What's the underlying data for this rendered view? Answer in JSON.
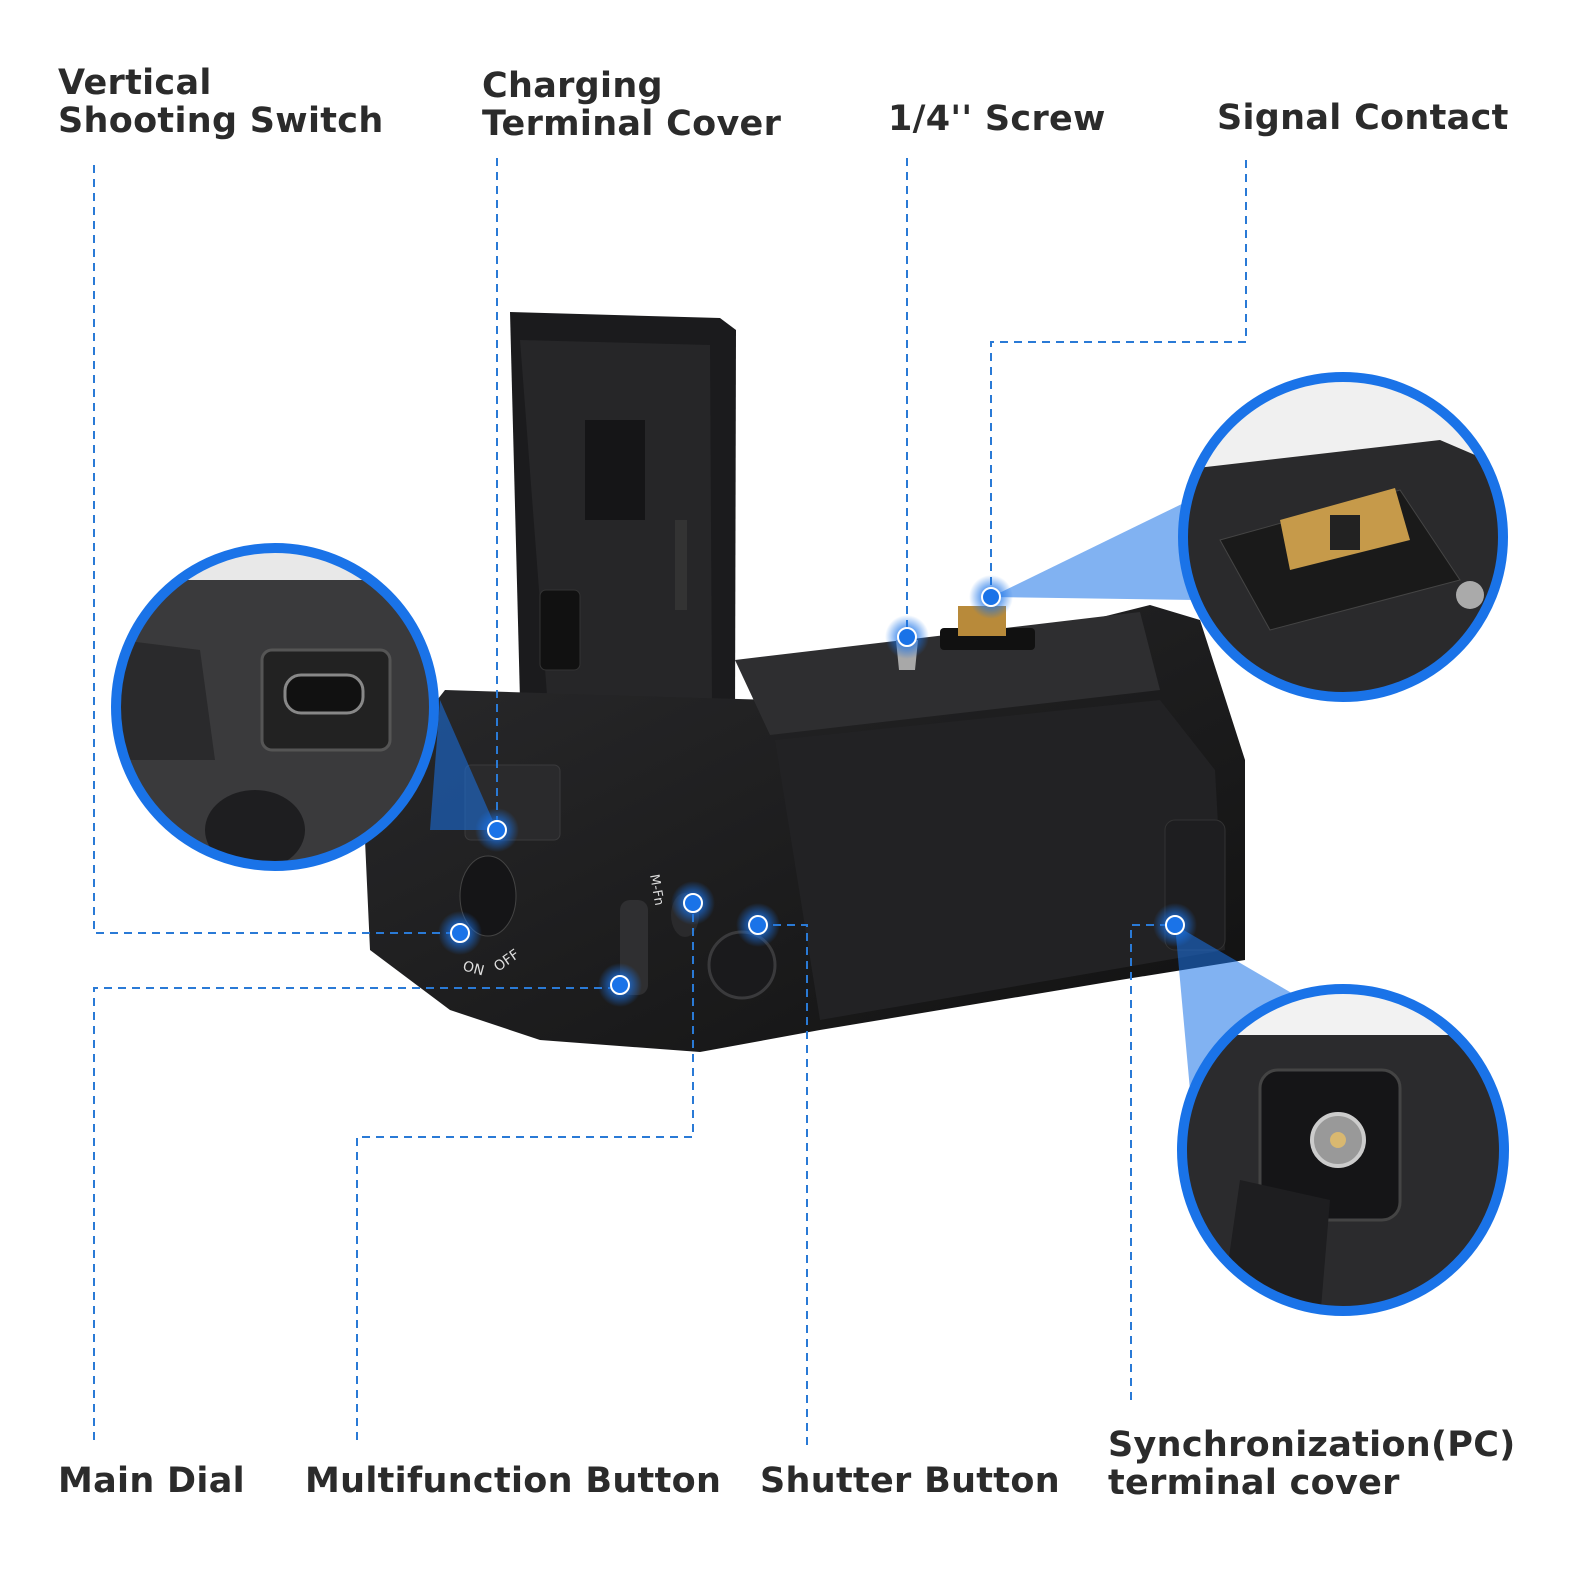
{
  "labels": {
    "vertical_shooting_switch": [
      "Vertical",
      "Shooting Switch"
    ],
    "charging_terminal_cover": [
      "Charging",
      "Terminal Cover"
    ],
    "screw": "1/4'' Screw",
    "signal_contact": "Signal Contact",
    "main_dial": "Main Dial",
    "multifunction_button": "Multifunction Button",
    "shutter_button": "Shutter Button",
    "sync_terminal_cover": [
      "Synchronization(PC)",
      "terminal cover"
    ]
  },
  "product_markings": {
    "on": "ON",
    "off": "OFF",
    "mfn": "M-Fn"
  },
  "colors": {
    "accent_blue": "#1a73e8",
    "leader_line": "#2a7ad6",
    "text": "#2b2b2b",
    "body": "#1c1c1e"
  }
}
